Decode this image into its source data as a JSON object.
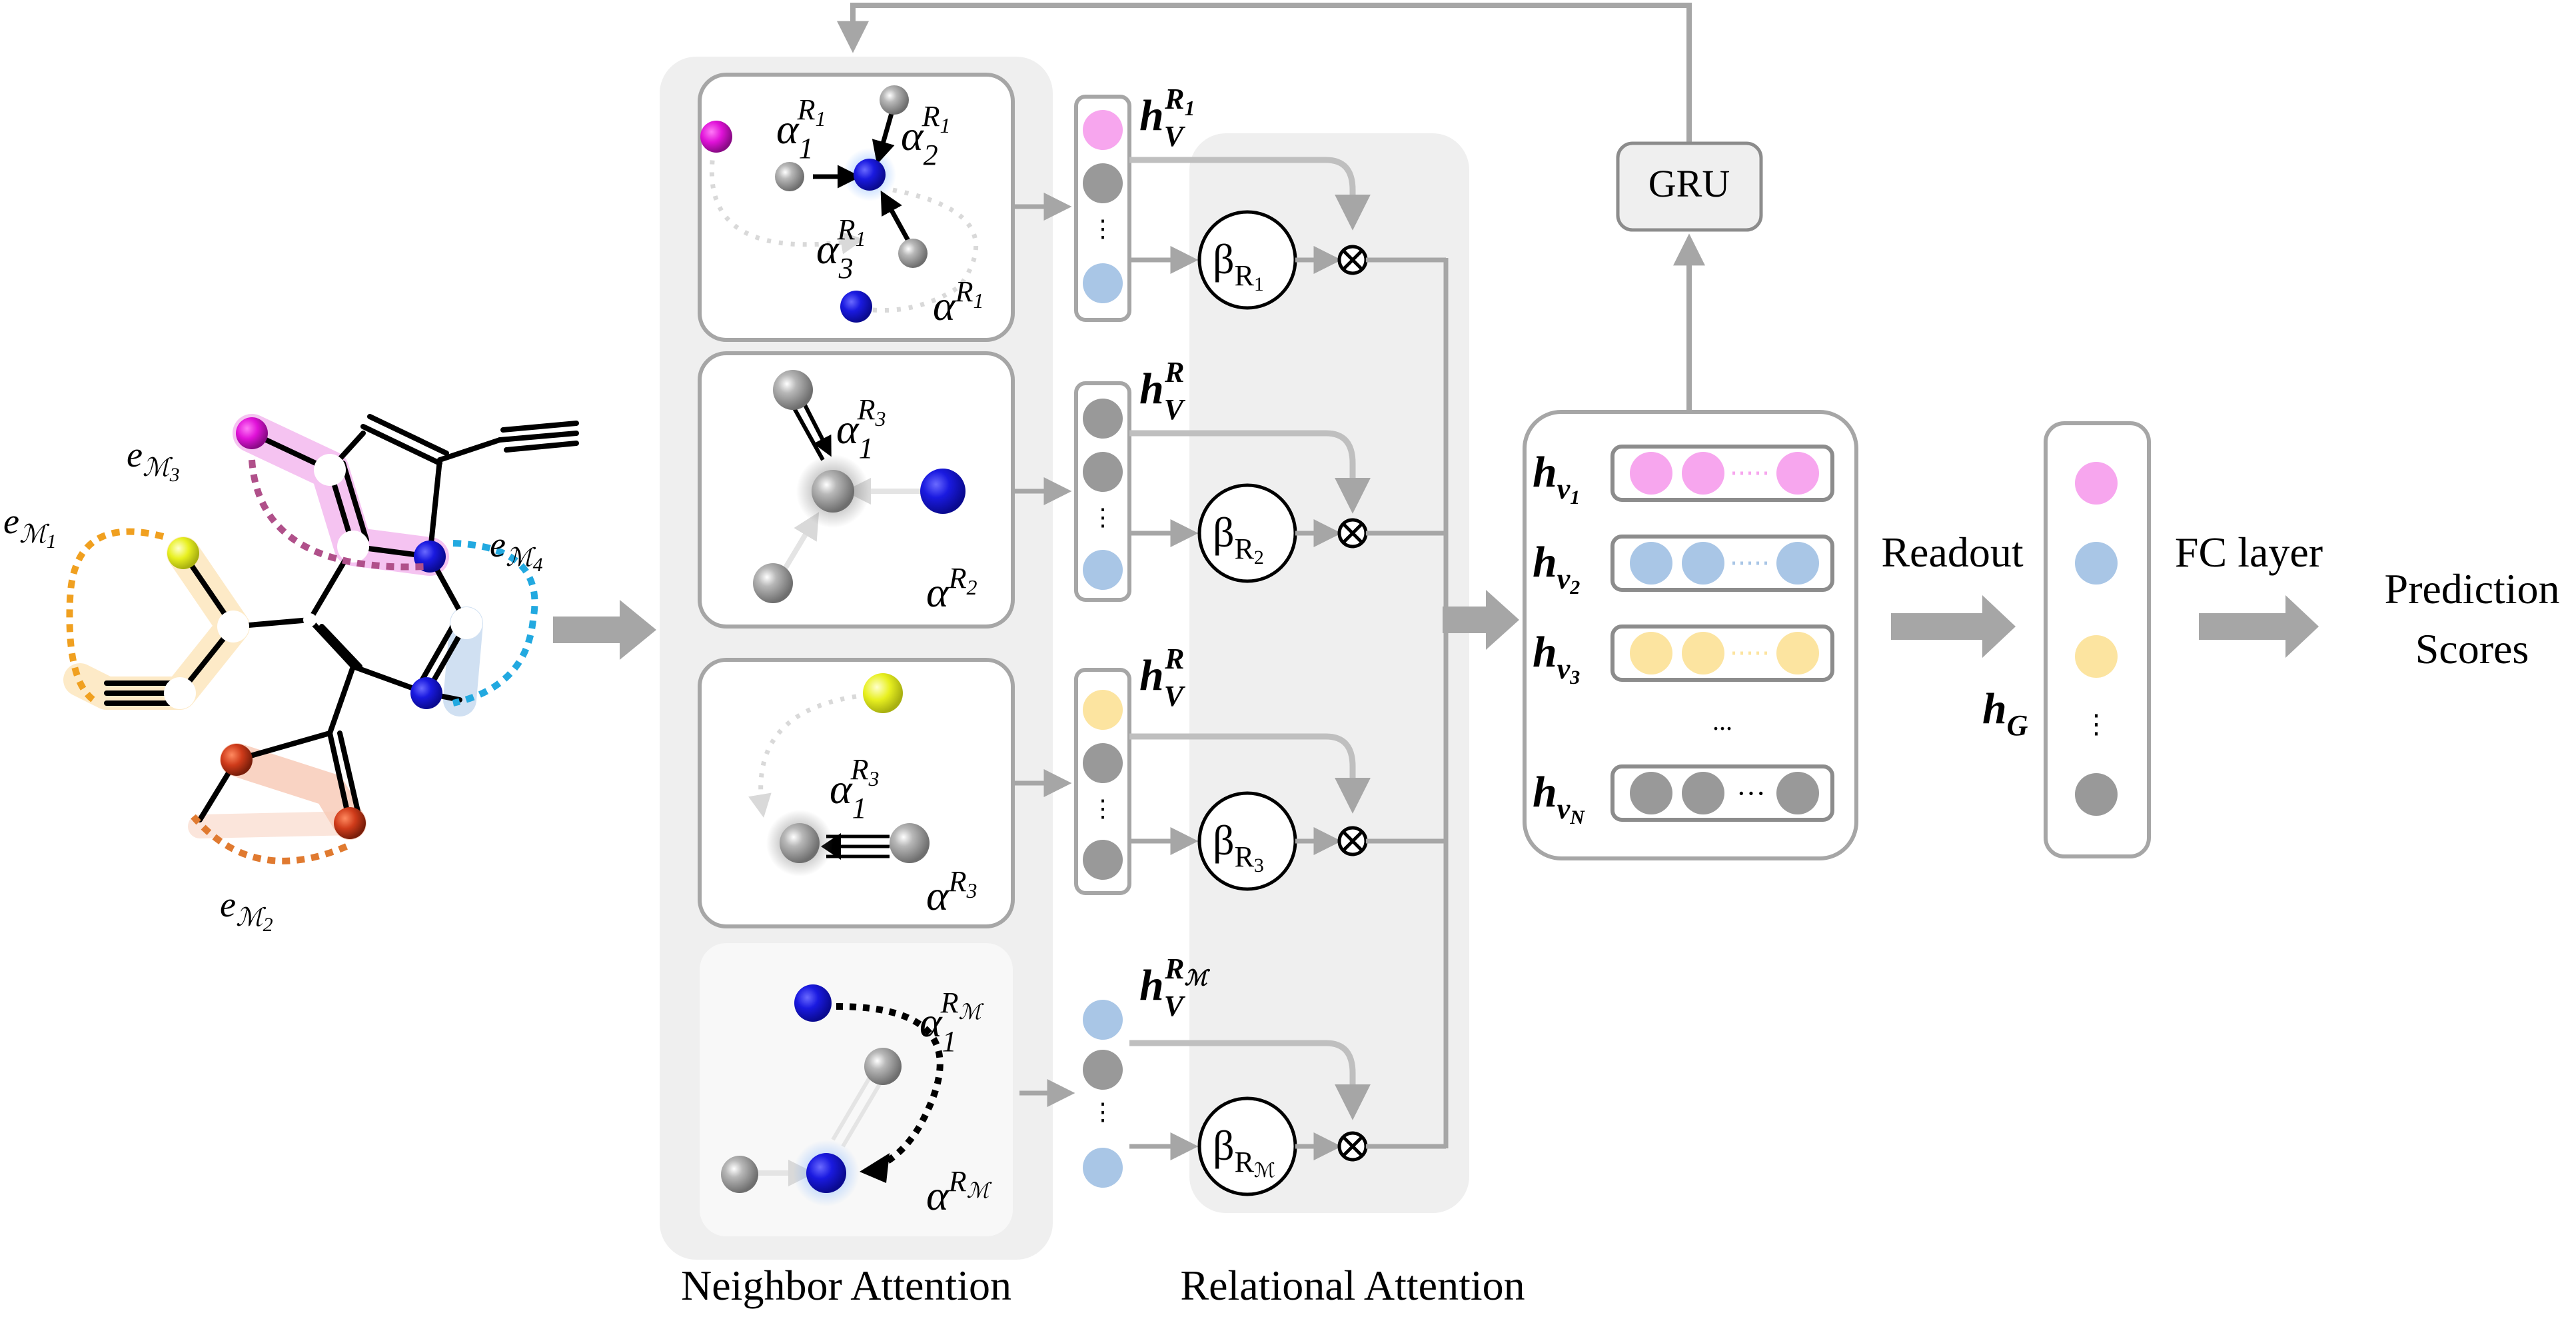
{
  "colors": {
    "magenta": "#e012d8",
    "pink": "#f7a6ee",
    "yellow": "#f2f23a",
    "light_yellow": "#fce4a0",
    "red": "#cf3b1a",
    "blue": "#1a1ae0",
    "light_blue": "#a9c6e6",
    "gray_node": "#8c8c8c",
    "panel_gray": "#efefef",
    "arrow_gray": "#a6a6a6",
    "cyan_dotted": "#22a9e0",
    "orange_dotted": "#f0a020",
    "mauve_dotted": "#b0508a",
    "rust_dotted": "#e07a30"
  },
  "molecule": {
    "motif_labels": {
      "m1": {
        "base": "e",
        "sub": "ℳ",
        "idx": "1"
      },
      "m2": {
        "base": "e",
        "sub": "ℳ",
        "idx": "2"
      },
      "m3": {
        "base": "e",
        "sub": "ℳ",
        "idx": "3"
      },
      "m4": {
        "base": "e",
        "sub": "ℳ",
        "idx": "4"
      }
    }
  },
  "neighbor_attention": {
    "title": "Neighbor Attention",
    "panels": [
      {
        "id": "R1",
        "alphas": [
          {
            "base": "α",
            "sub": "1",
            "sup": "R",
            "supsub": "1"
          },
          {
            "base": "α",
            "sub": "2",
            "sup": "R",
            "supsub": "1"
          },
          {
            "base": "α",
            "sub": "3",
            "sup": "R",
            "supsub": "1"
          }
        ],
        "panel_alpha": {
          "base": "α",
          "sup": "R",
          "supsub": "1"
        }
      },
      {
        "id": "R2",
        "alphas": [
          {
            "base": "α",
            "sub": "1",
            "sup": "R",
            "supsub": "3"
          }
        ],
        "panel_alpha": {
          "base": "α",
          "sup": "R",
          "supsub": "2"
        }
      },
      {
        "id": "R3",
        "alphas": [
          {
            "base": "α",
            "sub": "1",
            "sup": "R",
            "supsub": "3"
          }
        ],
        "panel_alpha": {
          "base": "α",
          "sup": "R",
          "supsub": "3"
        }
      },
      {
        "id": "RM",
        "alphas": [
          {
            "base": "α",
            "sub": "1",
            "sup": "R",
            "supsub": "ℳ"
          }
        ],
        "panel_alpha": {
          "base": "α",
          "sup": "R",
          "supsub": "ℳ"
        }
      }
    ]
  },
  "relational_attention": {
    "title": "Relational Attention",
    "vectors": [
      {
        "base": "h",
        "sub": "V",
        "sup": "R",
        "supsub": "1"
      },
      {
        "base": "h",
        "sub": "V",
        "sup": "R",
        "supsub": ""
      },
      {
        "base": "h",
        "sub": "V",
        "sup": "R",
        "supsub": ""
      },
      {
        "base": "h",
        "sub": "V",
        "sup": "R",
        "supsub": "ℳ"
      }
    ],
    "betas": [
      {
        "base": "β",
        "sub": "R",
        "subsub": "1"
      },
      {
        "base": "β",
        "sub": "R",
        "subsub": "2"
      },
      {
        "base": "β",
        "sub": "R",
        "subsub": "3"
      },
      {
        "base": "β",
        "sub": "R",
        "subsub": "ℳ"
      }
    ],
    "multiply_symbol": "⊗"
  },
  "gru": {
    "label": "GRU"
  },
  "node_embeddings": {
    "rows": [
      {
        "base": "h",
        "sub": "v",
        "subsub": "1"
      },
      {
        "base": "h",
        "sub": "v",
        "subsub": "2"
      },
      {
        "base": "h",
        "sub": "v",
        "subsub": "3"
      },
      {
        "base": "h",
        "sub": "v",
        "subsub": "N"
      }
    ],
    "vertical_ellipsis": "...",
    "row_ellipsis": "···"
  },
  "readout": {
    "label": "Readout"
  },
  "graph_embedding": {
    "base": "h",
    "sub": "G"
  },
  "fc_layer": {
    "label": "FC layer"
  },
  "prediction": {
    "line1": "Prediction",
    "line2": "Scores"
  }
}
